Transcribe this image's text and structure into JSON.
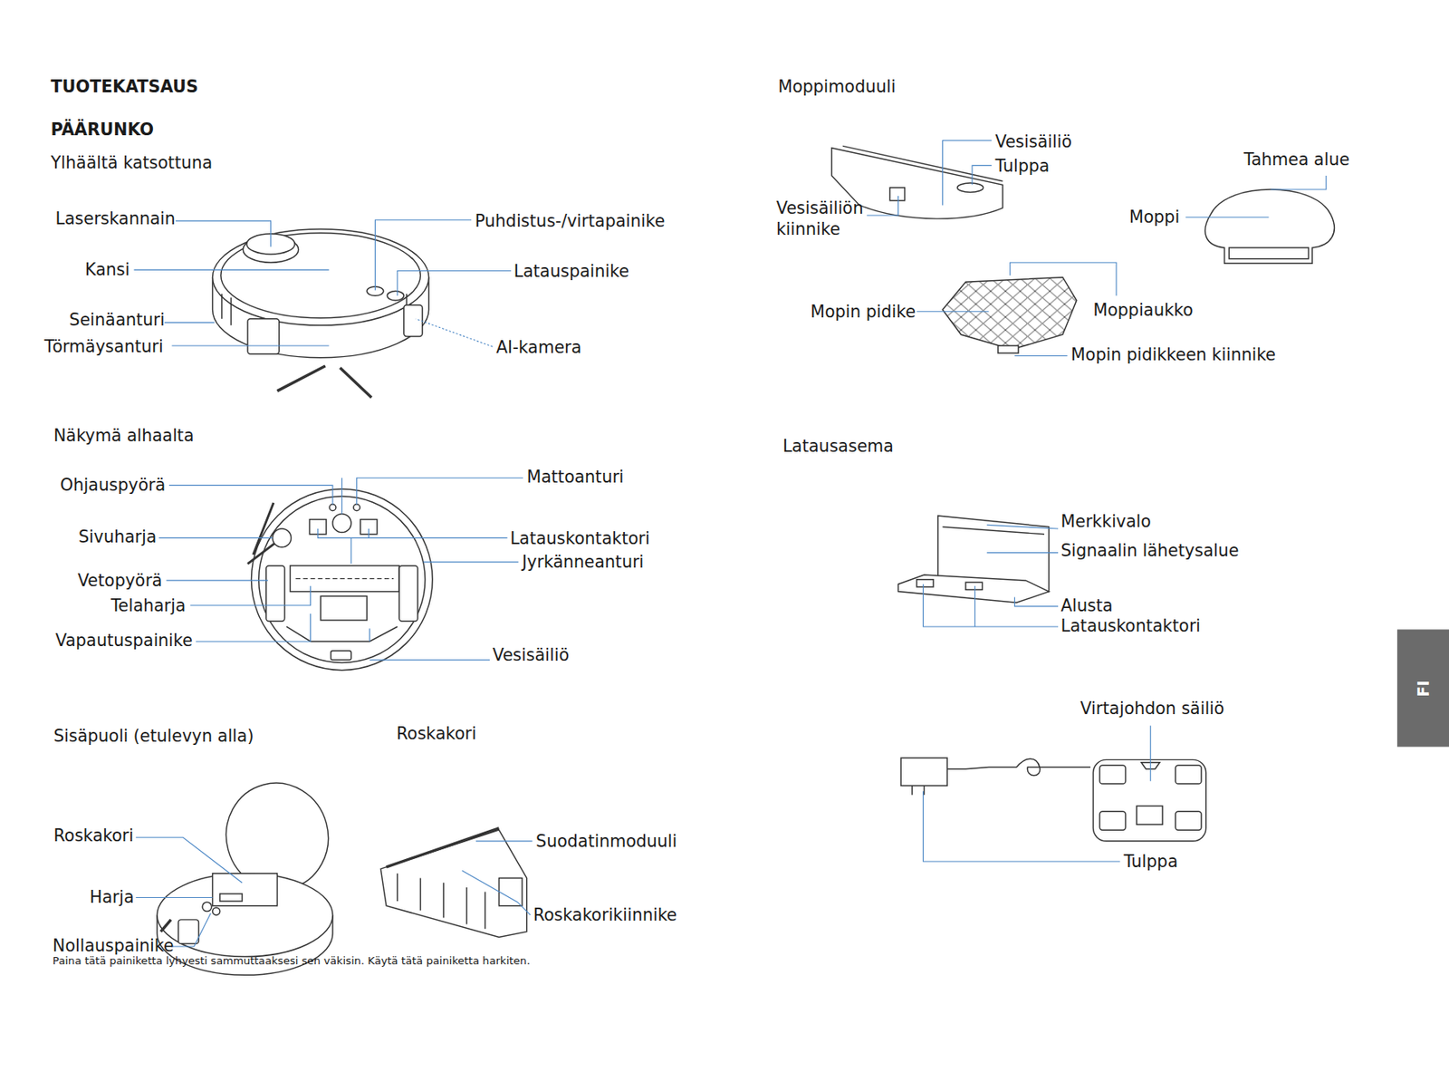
{
  "diagram": {
    "title": "TUOTEKATSAUS",
    "nodes": [
      {
        "text": [
          "FI"
        ]
      }
    ],
    "labels": [
      "PÄÄRUNKO",
      "Ylhäältä katsottuna",
      "Laserskannain",
      "Kansi",
      "Seinäanturi",
      "Törmäysanturi",
      "Puhdistus-/virtapainike",
      "Latauspainike",
      "AI-kamera",
      "Näkymä alhaalta",
      "Ohjauspyörä",
      "Sivuharja",
      "Vetopyörä",
      "Telaharja",
      "Vapautuspainike",
      "Mattoanturi",
      "Latauskontaktori",
      "Jyrkänneanturi",
      "Vesisäiliö",
      "Sisäpuoli (etulevyn alla)",
      "Roskakori",
      "Harja",
      "Nollauspainike",
      "Paina tätä painiketta lyhyesti sammuttaaksesi sen väkisin. Käytä tätä painiketta harkiten.",
      "Roskakori",
      "Suodatinmoduuli",
      "Roskakorikiinnike",
      "Moppimoduuli",
      "Vesisäiliö",
      "Tulppa",
      "Vesisäiliön kiinnike",
      "Tahmea alue",
      "Moppi",
      "Mopin pidike",
      "Moppiaukko",
      "Mopin pidikkeen kiinnike",
      "Latausasema",
      "Merkkivalo",
      "Signaalin lähetysalue",
      "Alusta",
      "Latauskontaktori",
      "Virtajohdon säiliö",
      "Tulppa"
    ]
  }
}
